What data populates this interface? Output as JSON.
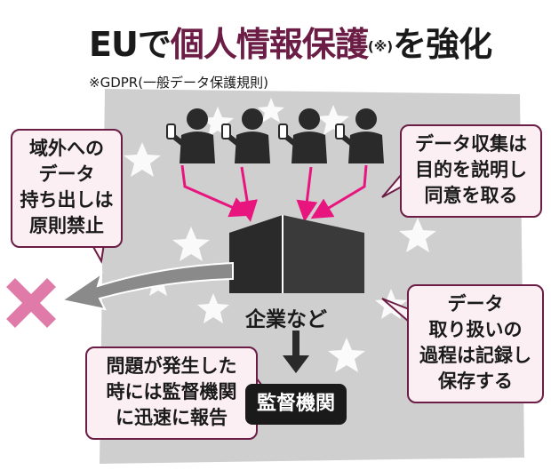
{
  "title": {
    "part1": "EUで",
    "highlight": "個人情報保護",
    "note": "(※)",
    "part2": "を強化"
  },
  "subtitle": "※GDPR(一般データ保護規則)",
  "bubbles": {
    "left": [
      "域外への",
      "データ",
      "持ち出しは",
      "原則禁止"
    ],
    "right_top": [
      "データ収集は",
      "目的を説明し",
      "同意を取る"
    ],
    "right_bottom": [
      "データ",
      "取り扱いの",
      "過程は記録し",
      "保存する"
    ],
    "bottom_left": [
      "問題が発生した",
      "時には監督機関",
      "に迅速に報告"
    ]
  },
  "labels": {
    "company": "企業など",
    "authority": "監督機関"
  },
  "colors": {
    "accent": "#6b1d45",
    "arrow_pink": "#e8157f",
    "cross": "#e07aa8",
    "background_panel": "#cfcfcf",
    "dark": "#1a1a1a"
  },
  "icons": [
    "person-with-phone-icon",
    "building-icon",
    "cross-icon",
    "star-icon"
  ]
}
